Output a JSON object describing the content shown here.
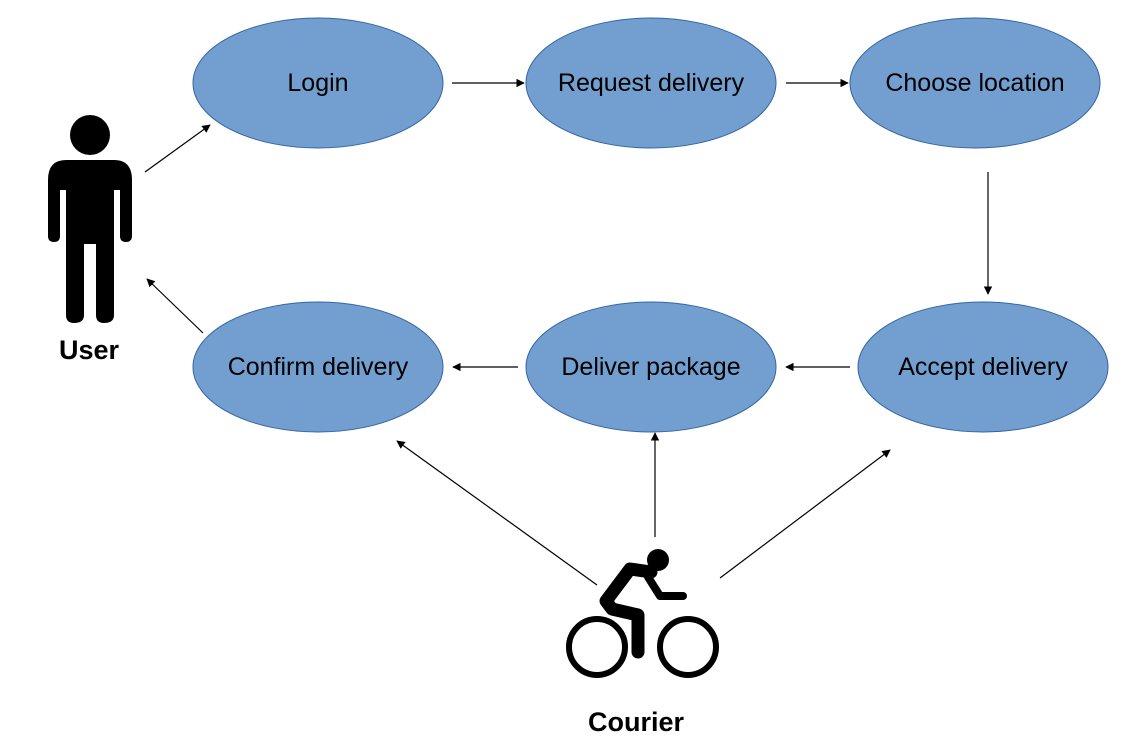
{
  "actors": {
    "user": {
      "label": "User",
      "icon": "person-icon"
    },
    "courier": {
      "label": "Courier",
      "icon": "cyclist-icon"
    }
  },
  "use_cases": {
    "login": "Login",
    "request_delivery": "Request delivery",
    "choose_location": "Choose location",
    "accept_delivery": "Accept delivery",
    "deliver_package": "Deliver package",
    "confirm_delivery": "Confirm delivery"
  },
  "colors": {
    "use_case_fill": "#729fcf",
    "use_case_stroke": "#3465a4",
    "arrow": "#000000",
    "icon": "#000000"
  }
}
